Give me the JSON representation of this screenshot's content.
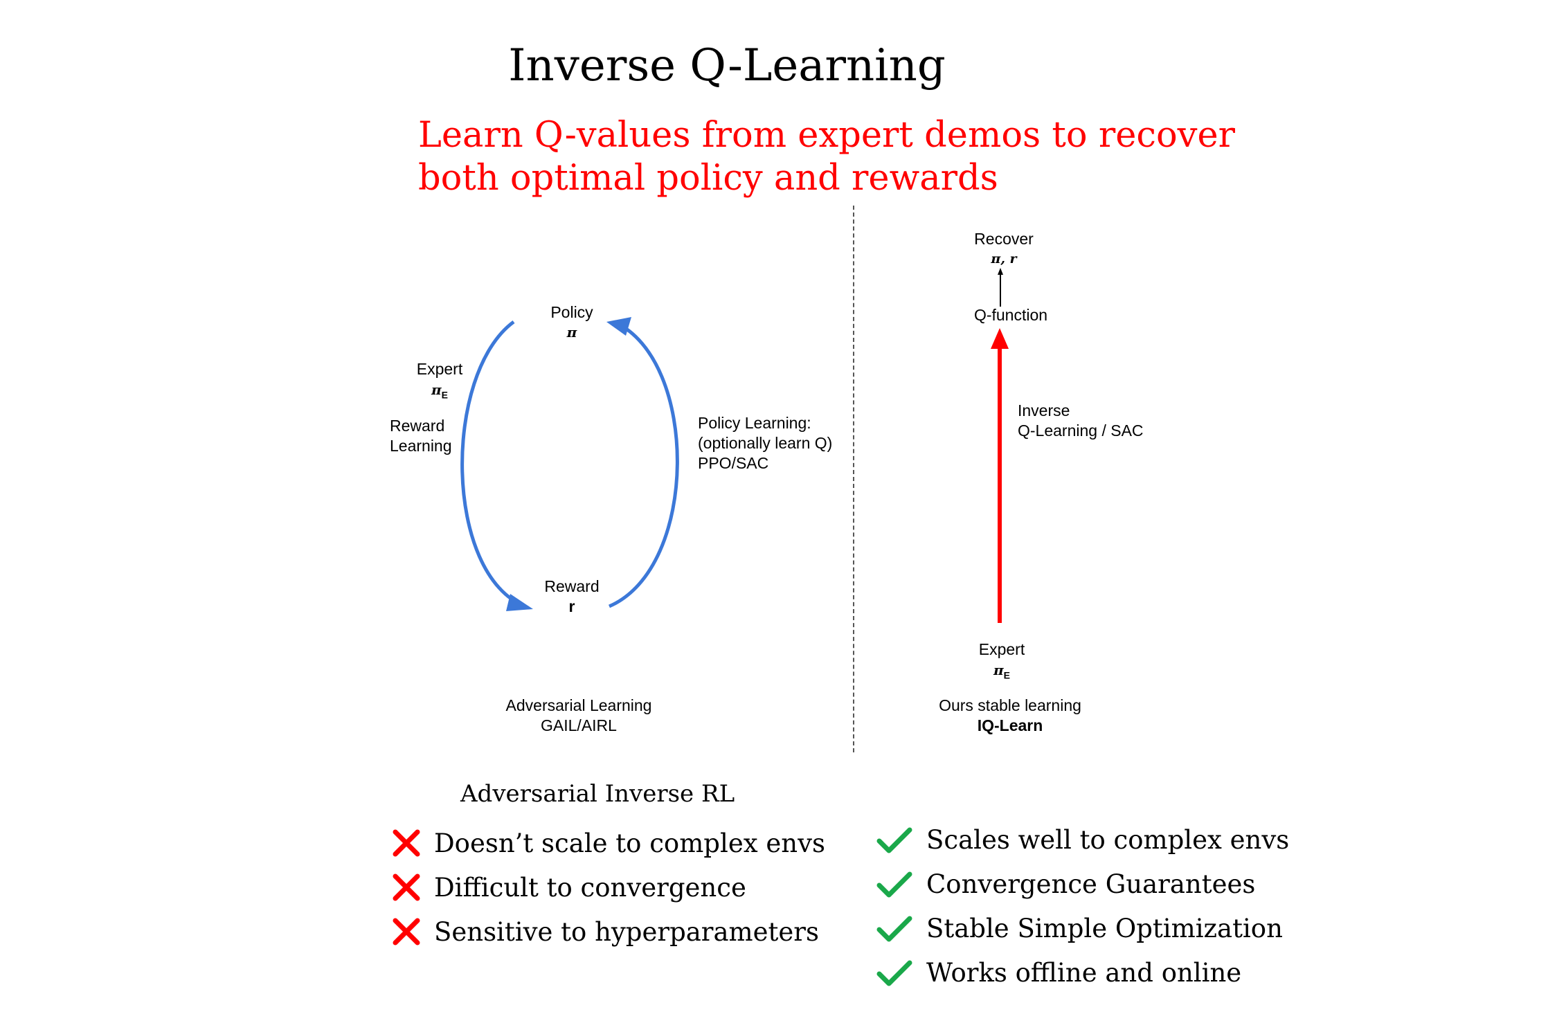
{
  "title": "Inverse Q-Learning",
  "subtitle": {
    "line1": "Learn Q-values from expert demos to recover",
    "line2_pre": "both ",
    "line2_em1": "optimal policy",
    "line2_mid": " and ",
    "line2_em2": "rewards"
  },
  "left_diagram": {
    "policy_label": "Policy",
    "policy_symbol": "π",
    "reward_label": "Reward",
    "reward_symbol": "r",
    "expert_label": "Expert",
    "expert_symbol": "π",
    "expert_sub": "E",
    "reward_learning_line1": "Reward",
    "reward_learning_line2": "Learning",
    "policy_learning_line1": "Policy Learning:",
    "policy_learning_line2": "(optionally learn Q)",
    "policy_learning_line3": "PPO/SAC",
    "caption_line1": "Adversarial Learning",
    "caption_line2": "GAIL/AIRL",
    "arrow_color": "#3c78d8"
  },
  "right_diagram": {
    "recover_label": "Recover",
    "recover_symbols": "π, r",
    "qfunction_label": "Q-function",
    "inverse_line1": "Inverse",
    "inverse_line2": "Q-Learning / SAC",
    "expert_label": "Expert",
    "expert_symbol": "π",
    "expert_sub": "E",
    "caption_line1": "Ours stable learning",
    "caption_line2": "IQ-Learn",
    "arrow_color": "#ff0000"
  },
  "cons": {
    "heading": "Adversarial Inverse RL",
    "icon": "cross-icon",
    "color": "#ff0000",
    "items": [
      "Doesn’t scale to complex envs",
      "Difficult to convergence",
      "Sensitive to hyperparameters"
    ]
  },
  "pros": {
    "icon": "check-icon",
    "color": "#1aa84a",
    "items": [
      "Scales well to complex envs",
      "Convergence Guarantees",
      "Stable Simple Optimization",
      "Works offline and online"
    ]
  }
}
